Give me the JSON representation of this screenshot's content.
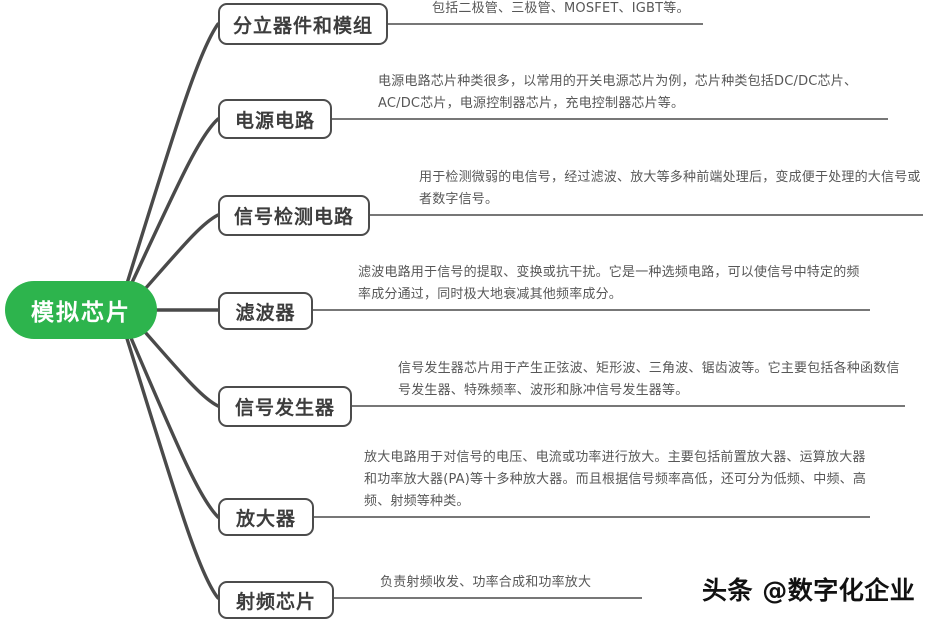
{
  "root": {
    "label": "模拟芯片"
  },
  "branches": [
    {
      "label": "分立器件和模组",
      "description": "包括二极管、三极管、MOSFET、IGBT等。"
    },
    {
      "label": "电源电路",
      "description": "电源电路芯片种类很多，以常用的开关电源芯片为例，芯片种类包括DC/DC芯片、AC/DC芯片，电源控制器芯片，充电控制器芯片等。"
    },
    {
      "label": "信号检测电路",
      "description": "用于检测微弱的电信号，经过滤波、放大等多种前端处理后，变成便于处理的大信号或者数字信号。"
    },
    {
      "label": "滤波器",
      "description": "滤波电路用于信号的提取、变换或抗干扰。它是一种选频电路，可以使信号中特定的频率成分通过，同时极大地衰减其他频率成分。"
    },
    {
      "label": "信号发生器",
      "description": "信号发生器芯片用于产生正弦波、矩形波、三角波、锯齿波等。它主要包括各种函数信号发生器、特殊频率、波形和脉冲信号发生器等。"
    },
    {
      "label": "放大器",
      "description": "放大电路用于对信号的电压、电流或功率进行放大。主要包括前置放大器、运算放大器和功率放大器(PA)等十多种放大器。而且根据信号频率高低，还可分为低频、中频、高频、射频等种类。"
    },
    {
      "label": "射频芯片",
      "description": "负责射频收发、功率合成和功率放大"
    }
  ],
  "watermark": {
    "text": "头条 @数字化企业"
  },
  "colors": {
    "root_bg": "#2db44d",
    "root_text": "#ffffff",
    "line": "#4a4a4a",
    "box_border": "#4c4c4c",
    "box_bg": "#ffffff",
    "box_text": "#3d3d3d",
    "desc_text": "#575757",
    "watermark": "#111111",
    "page_bg": "#ffffff"
  }
}
